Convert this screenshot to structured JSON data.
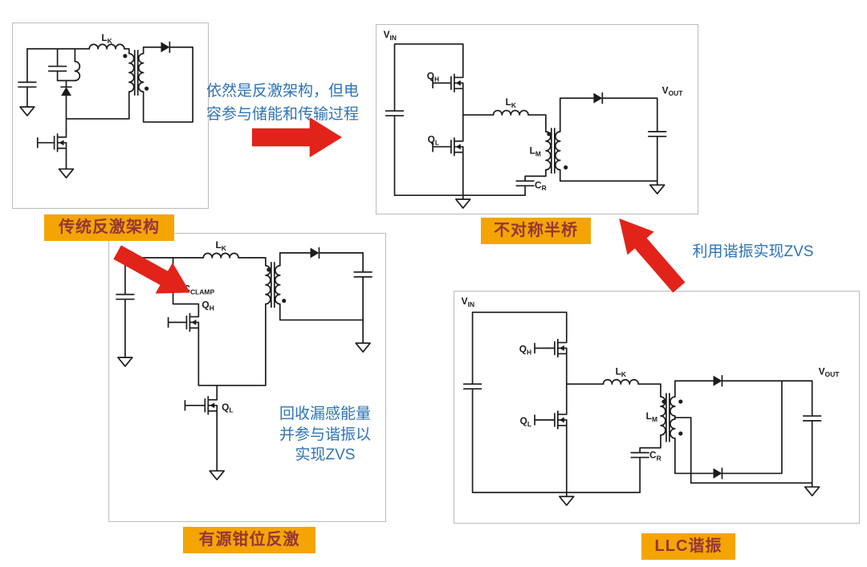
{
  "colors": {
    "caption_bg": "#F4A503",
    "caption_text": "#943634",
    "note_blue": "#2E74B5",
    "arrow_red": "#E2231A",
    "wire": "#1c1c1c"
  },
  "panels": {
    "flyback": {
      "caption": "传统反激架构"
    },
    "ahb": {
      "caption": "不对称半桥"
    },
    "acf": {
      "caption": "有源钳位反激",
      "note_lines": [
        "回收漏感能量",
        "并参与谐振以",
        "实现ZVS"
      ]
    },
    "llc": {
      "caption": "LLC谐振"
    }
  },
  "annotations": {
    "top_note_lines": [
      "依然是反激架构，但电",
      "容参与储能和传输过程"
    ],
    "zvs_note": "利用谐振实现ZVS"
  },
  "component_labels": {
    "lk": {
      "main": "L",
      "sub": "K"
    },
    "lm": {
      "main": "L",
      "sub": "M"
    },
    "cr": {
      "main": "C",
      "sub": "R"
    },
    "cclamp": {
      "main": "C",
      "sub": "CLAMP"
    },
    "qh": {
      "main": "Q",
      "sub": "H"
    },
    "ql": {
      "main": "Q",
      "sub": "L"
    },
    "vin": {
      "main": "V",
      "sub": "IN"
    },
    "vout": {
      "main": "V",
      "sub": "OUT"
    }
  },
  "icons": {
    "flow_arrow": "red block arrow",
    "ground": "open triangle ground symbol",
    "mosfet": "n-channel mosfet symbol",
    "capacitor": "two-plate capacitor symbol",
    "diode": "diode symbol",
    "inductor": "coil symbol",
    "winding": "transformer winding symbol"
  }
}
